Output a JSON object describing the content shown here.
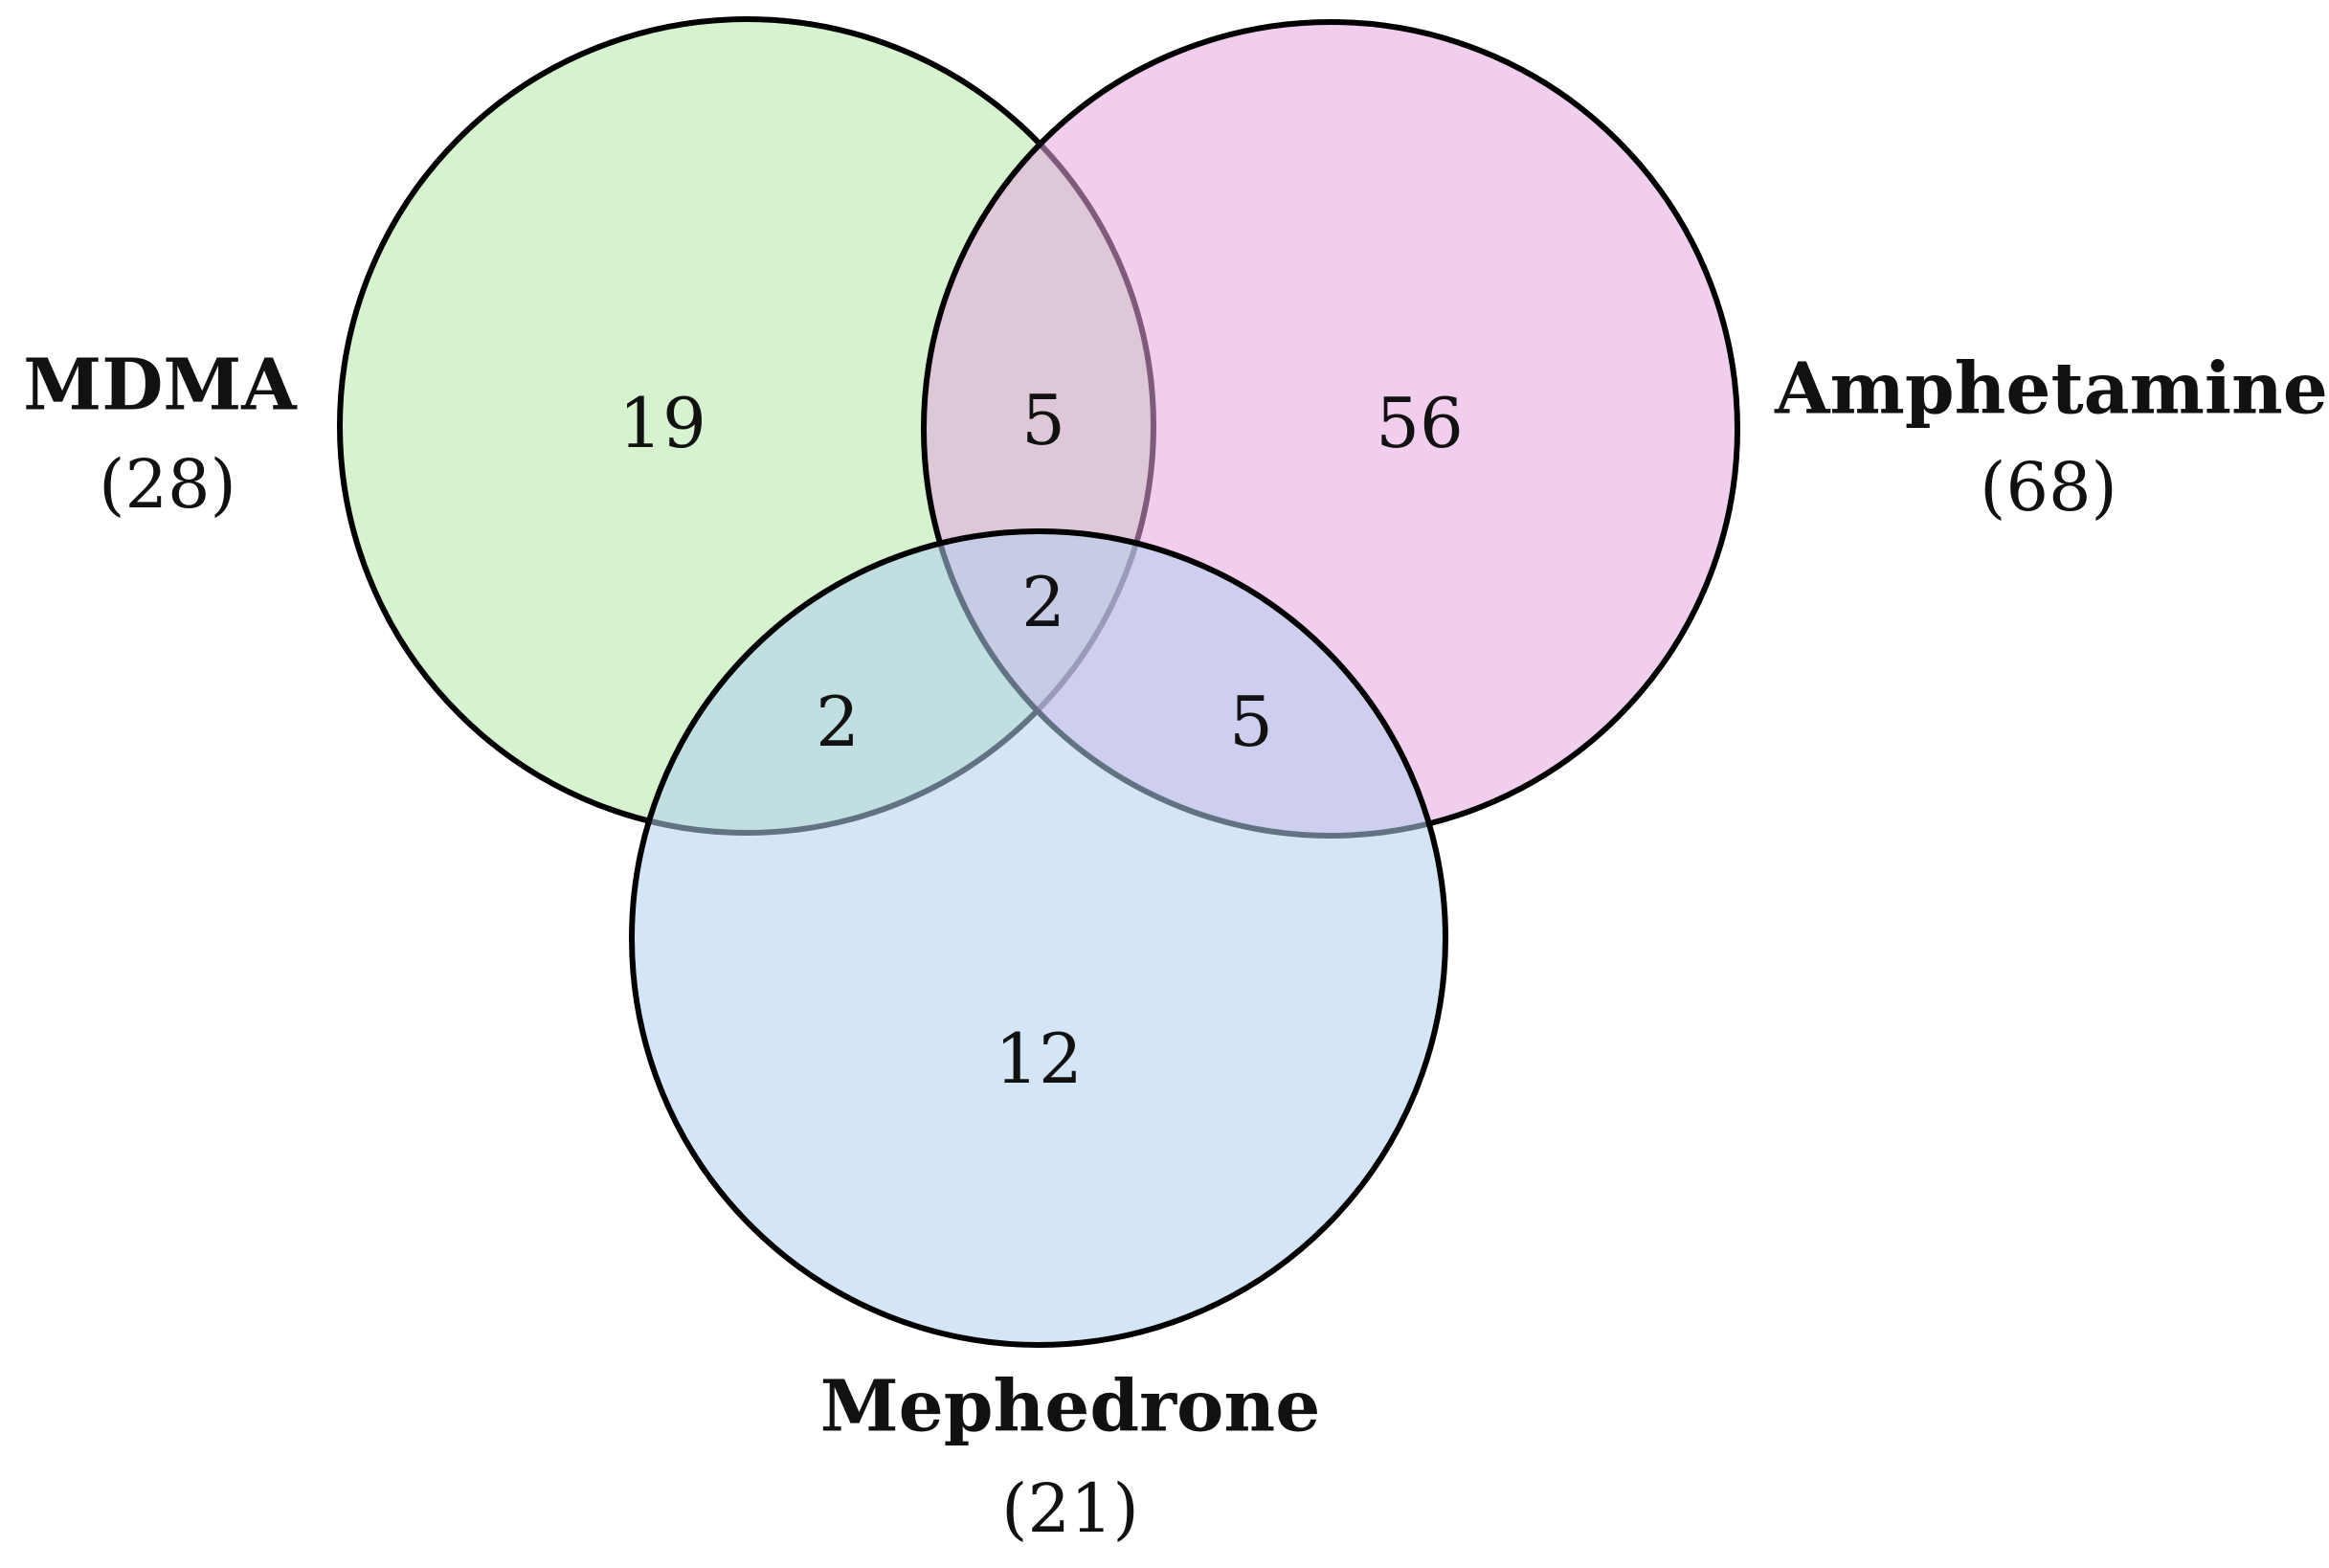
{
  "sets": {
    "mdma": {
      "name": "MDMA",
      "total": "(28)",
      "fill": "#b5e8a6",
      "stroke": "#000000"
    },
    "amphetamine": {
      "name": "Amphetamine",
      "total": "(68)",
      "fill": "#e6a6de",
      "stroke": "#000000"
    },
    "mephedrone": {
      "name": "Mephedrone",
      "total": "(21)",
      "fill": "#b0cfee",
      "stroke": "#000000"
    }
  },
  "regions": {
    "mdma_only": "19",
    "amphetamine_only": "56",
    "mephedrone_only": "12",
    "mdma_amphetamine": "5",
    "mdma_mephedrone": "2",
    "amphetamine_mephedrone": "5",
    "all_three": "2"
  }
}
